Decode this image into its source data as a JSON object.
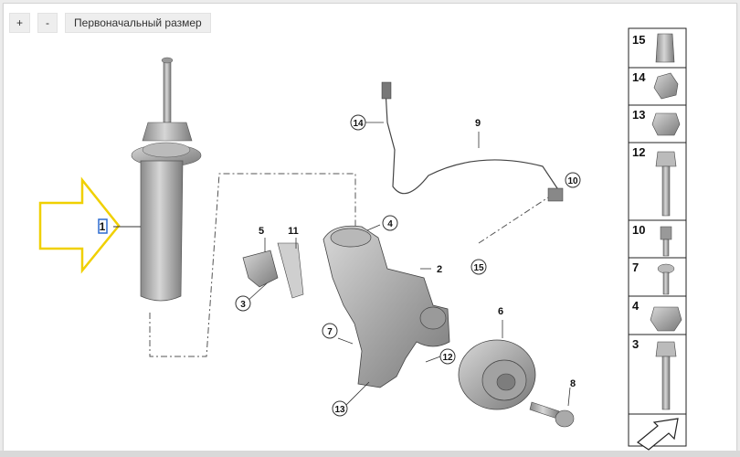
{
  "toolbar": {
    "zoom_in_label": "+",
    "zoom_out_label": "-",
    "reset_label": "Первоначальный размер"
  },
  "diagram": {
    "main_callouts": [
      "1",
      "2",
      "3",
      "4",
      "5",
      "6",
      "7",
      "8",
      "9",
      "10",
      "11",
      "12",
      "13",
      "14",
      "15"
    ],
    "side_legend": [
      "15",
      "14",
      "13",
      "12",
      "10",
      "7",
      "4",
      "3"
    ],
    "highlighted_part": "1",
    "highlight_color": "#2d6bd1",
    "arrow_color": "#f0d000"
  }
}
